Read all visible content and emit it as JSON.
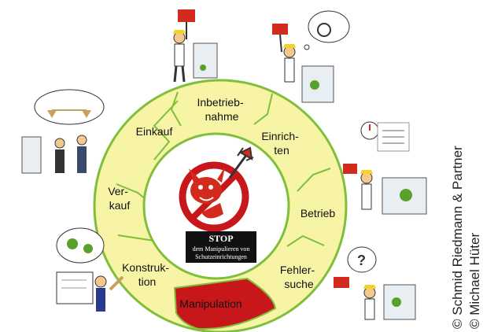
{
  "cycle": {
    "segments": [
      {
        "id": "inbetriebnahme",
        "lines": [
          "Inbetrieb-",
          "nahme"
        ]
      },
      {
        "id": "einrichten",
        "lines": [
          "Einrich-",
          "ten"
        ]
      },
      {
        "id": "betrieb",
        "lines": [
          "Betrieb"
        ]
      },
      {
        "id": "fehlersuche",
        "lines": [
          "Fehler-",
          "suche"
        ]
      },
      {
        "id": "manipulation",
        "lines": [
          "Manipulation"
        ]
      },
      {
        "id": "konstruktion",
        "lines": [
          "Konstruk-",
          "tion"
        ]
      },
      {
        "id": "verkauf",
        "lines": [
          "Ver-",
          "kauf"
        ]
      },
      {
        "id": "einkauf",
        "lines": [
          "Einkauf"
        ]
      }
    ]
  },
  "center": {
    "stop_title": "STOP",
    "stop_line1": "dem Manipulieren von",
    "stop_line2": "Schutzeinrichtungen"
  },
  "copyright": {
    "line1": "© Schmid Riedmann & Partner",
    "line2": "© Michael Hüter"
  },
  "colors": {
    "ring": "#f7f4a6",
    "ring_border": "#7fbf3a",
    "manipulation": "#c8171b",
    "center_bg": "#ffffff",
    "devil": "#d22a1d"
  }
}
